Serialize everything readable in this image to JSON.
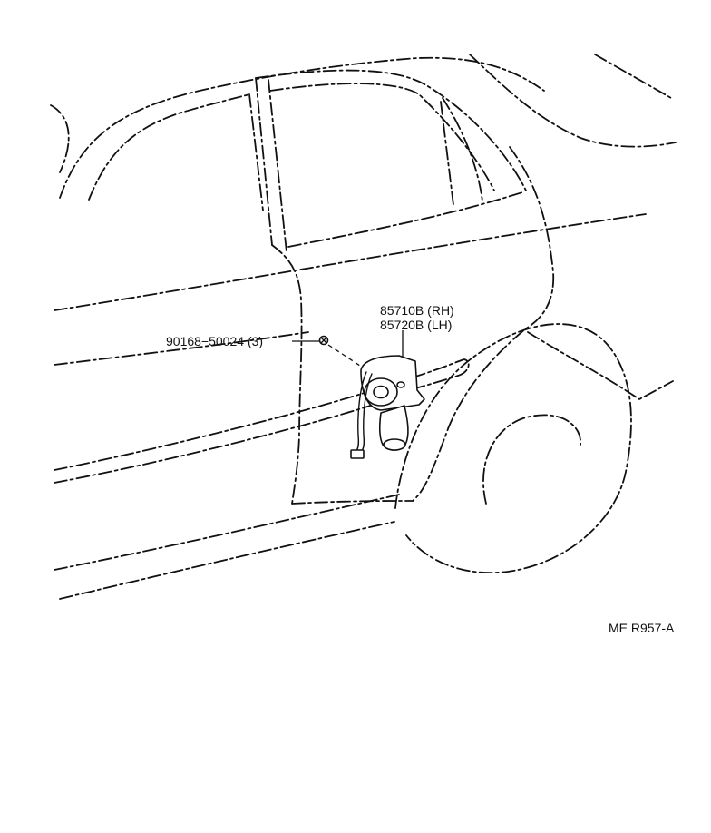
{
  "callouts": {
    "bolt": {
      "part_number": "90168−50024",
      "quantity": "(3)"
    },
    "motor": {
      "rh": {
        "part_number": "85710B",
        "side": "(RH)"
      },
      "lh": {
        "part_number": "85720B",
        "side": "(LH)"
      }
    }
  },
  "figure_code": "ME R957-A"
}
